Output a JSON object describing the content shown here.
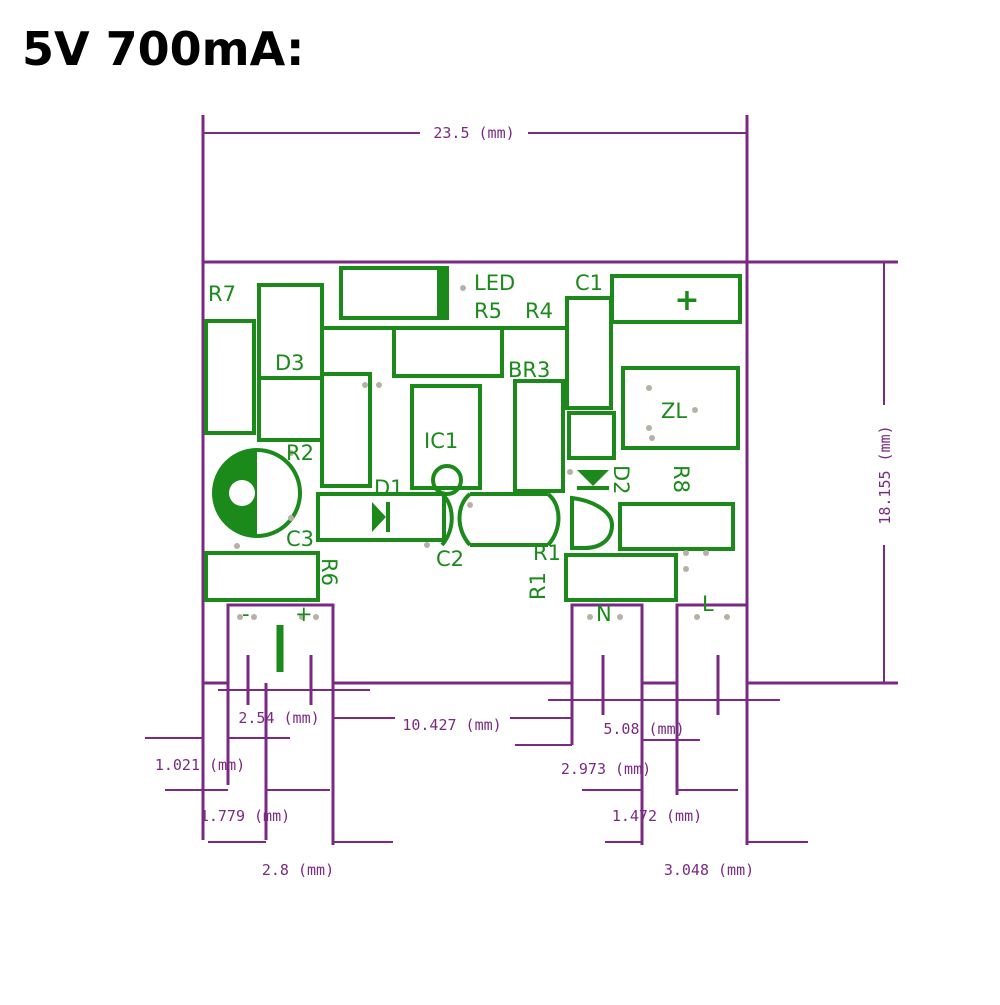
{
  "title": "5V 700mA:",
  "colors": {
    "outline": "#7a2a82",
    "silkscreen": "#1b8a1b",
    "text": "#000000"
  },
  "board": {
    "width_label": "23.5 (mm)",
    "height_label": "18.155 (mm)"
  },
  "components": {
    "led": "LED",
    "r7": "R7",
    "r5": "R5",
    "r4": "R4",
    "c1": "C1",
    "plus": "+",
    "d3": "D3",
    "br3": "BR3",
    "zl": "ZL",
    "ic1": "IC1",
    "r2": "R2",
    "r8": "R8",
    "d1": "D1",
    "d2": "D2",
    "c3": "C3",
    "c2": "C2",
    "r1a": "R1",
    "r1b": "R1",
    "r6": "R6",
    "n": "N",
    "l": "L",
    "out_minus": "-",
    "out_plus": "+"
  },
  "dimensions": {
    "d_2_54": "2.54 (mm)",
    "d_10_427": "10.427 (mm)",
    "d_5_08": "5.08 (mm)",
    "d_1_021": "1.021 (mm)",
    "d_2_973": "2.973 (mm)",
    "d_1_779": "1.779 (mm)",
    "d_1_472": "1.472 (mm)",
    "d_2_8": "2.8 (mm)",
    "d_3_048": "3.048 (mm)"
  }
}
